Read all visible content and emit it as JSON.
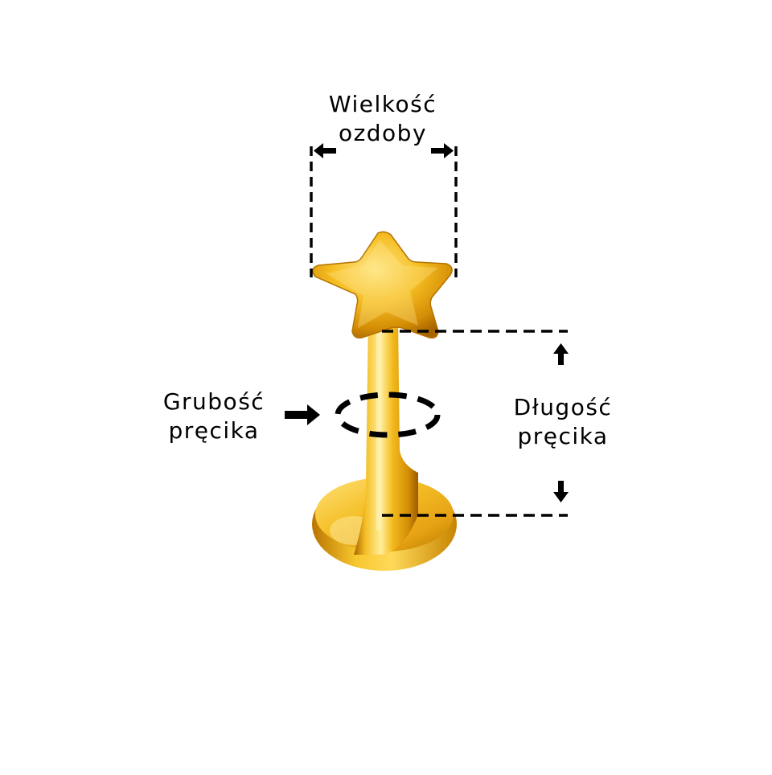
{
  "labels": {
    "ornament_size": {
      "line1": "Wielkość",
      "line2": "ozdoby"
    },
    "bar_thickness": {
      "line1": "Grubość",
      "line2": "pręcika"
    },
    "bar_length": {
      "line1": "Długość",
      "line2": "pręcika"
    }
  },
  "colors": {
    "text": "#000000",
    "dimension_lines": "#000000",
    "gold_light": "#FFE27A",
    "gold_mid": "#F2B619",
    "gold_dark": "#B97400",
    "background": "#FFFFFF"
  },
  "icons": {
    "product": "gold-star-labret-piercing",
    "arrows": "arrow-icon"
  }
}
